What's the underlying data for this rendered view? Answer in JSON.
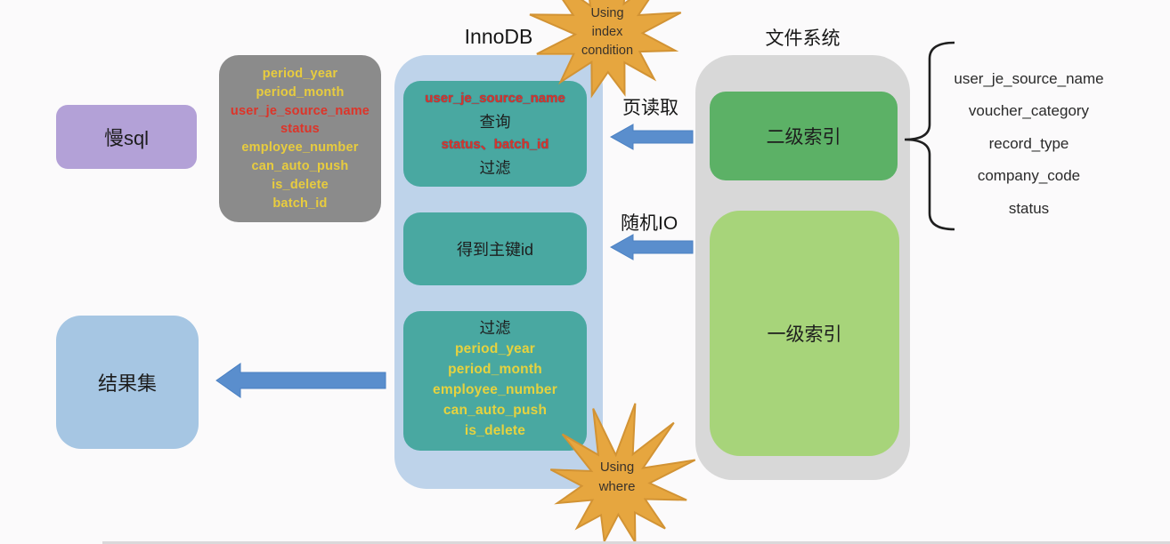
{
  "slow_sql": {
    "label": "慢sql"
  },
  "result_set": {
    "label": "结果集"
  },
  "fields_box": {
    "lines": [
      {
        "t": "period_year",
        "c": "#e8cc3e"
      },
      {
        "t": "period_month",
        "c": "#e8cc3e"
      },
      {
        "t": "user_je_source_name",
        "c": "#dd3429"
      },
      {
        "t": "status",
        "c": "#dd3429"
      },
      {
        "t": "employee_number",
        "c": "#e8cc3e"
      },
      {
        "t": "can_auto_push",
        "c": "#e8cc3e"
      },
      {
        "t": "is_delete",
        "c": "#e8cc3e"
      },
      {
        "t": "batch_id",
        "c": "#e8cc3e"
      }
    ]
  },
  "innodb": {
    "label": "InnoDB",
    "query_filter_box": {
      "lines": [
        {
          "t": "user_je_source_name",
          "c": "#d8352b"
        },
        {
          "t": "查询",
          "c": "#1d1d1d"
        },
        {
          "t": "status、batch_id",
          "c": "#d8352b"
        },
        {
          "t": "过滤",
          "c": "#1d1d1d"
        }
      ]
    },
    "primary_key_box": {
      "label": "得到主键id"
    },
    "where_filter_box": {
      "lines": [
        {
          "t": "过滤",
          "c": "#1d1d1d"
        },
        {
          "t": "period_year",
          "c": "#e6d23e"
        },
        {
          "t": "period_month",
          "c": "#e6d23e"
        },
        {
          "t": "employee_number",
          "c": "#e6d23e"
        },
        {
          "t": "can_auto_push",
          "c": "#e6d23e"
        },
        {
          "t": "is_delete",
          "c": "#e6d23e"
        }
      ]
    }
  },
  "file_system": {
    "label": "文件系统",
    "secondary_index": {
      "label": "二级索引"
    },
    "primary_index": {
      "label": "一级索引"
    }
  },
  "index_columns": {
    "lines": [
      {
        "t": "user_je_source_name"
      },
      {
        "t": "voucher_category"
      },
      {
        "t": "record_type"
      },
      {
        "t": "company_code"
      },
      {
        "t": "status"
      }
    ]
  },
  "arrow_labels": {
    "page_read": "页读取",
    "random_io": "随机IO"
  },
  "stars": {
    "top": {
      "lines": [
        {
          "t": "Using"
        },
        {
          "t": "index"
        },
        {
          "t": "condition"
        }
      ]
    },
    "bottom": {
      "lines": [
        {
          "t": "Using"
        },
        {
          "t": "where"
        }
      ]
    }
  },
  "palette": {
    "slow_sql_bg": "#b3a1d7",
    "result_set_bg": "#a6c6e3",
    "fields_box_bg": "#8b8b8b",
    "innodb_container_bg": "#bed3ea",
    "step_box_bg": "#49a8a1",
    "file_system_bg": "#d8d8d8",
    "secondary_index_bg": "#5cb166",
    "primary_index_bg": "#a7d47a",
    "arrow": "#5a8ecd",
    "star": "#e6a63f",
    "yellow_text": "#e8cc3e",
    "red_text": "#dd3429"
  }
}
